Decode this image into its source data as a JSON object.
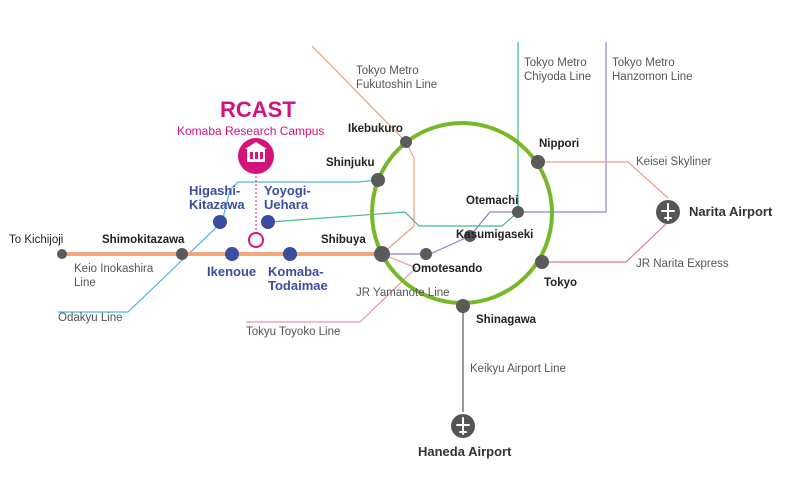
{
  "colors": {
    "yamanote": "#76b82a",
    "inokashira": "#f2a679",
    "odakyu": "#4fb3e3",
    "fukutoshin": "#e8a07a",
    "chiyoda": "#3dbb8c",
    "hanzomon": "#8f7fd0",
    "skyliner": "#e9a083",
    "narita_express": "#e57883",
    "keikyu": "#555555",
    "toyoko": "#e69aa0",
    "station": "#5a5a5a",
    "campus_station": "#3b4d9e",
    "rcast": "#d4137d"
  },
  "rcast": {
    "title": "RCAST",
    "subtitle": "Komaba Research Campus",
    "icon": "campus-building-icon"
  },
  "stations": {
    "ikebukuro": "Ikebukuro",
    "nippori": "Nippori",
    "shinjuku": "Shinjuku",
    "otemachi": "Otemachi",
    "kasumigaseki": "Kasumigaseki",
    "shibuya": "Shibuya",
    "omotesando": "Omotesando",
    "tokyo": "Tokyo",
    "shinagawa": "Shinagawa",
    "shimokitazawa": "Shimokitazawa",
    "to_kichijoji": "To Kichijoji",
    "higashi_kitazawa": "Higashi-\nKitazawa",
    "yoyogi_uehara": "Yoyogi-\nUehara",
    "ikenoue": "Ikenoue",
    "komaba_todaimae": "Komaba-\nTodaimae"
  },
  "lines": {
    "fukutoshin": "Tokyo Metro\nFukutoshin Line",
    "chiyoda": "Tokyo Metro\nChiyoda Line",
    "hanzomon": "Tokyo Metro\nHanzomon Line",
    "skyliner": "Keisei Skyliner",
    "narita_express": "JR Narita Express",
    "yamanote": "JR Yamanote Line",
    "inokashira": "Keio Inokashira\nLine",
    "odakyu": "Odakyu Line",
    "toyoko": "Tokyu Toyoko Line",
    "keikyu": "Keikyu Airport Line"
  },
  "airports": {
    "narita": "Narita Airport",
    "haneda": "Haneda Airport",
    "icon": "airplane-icon"
  }
}
